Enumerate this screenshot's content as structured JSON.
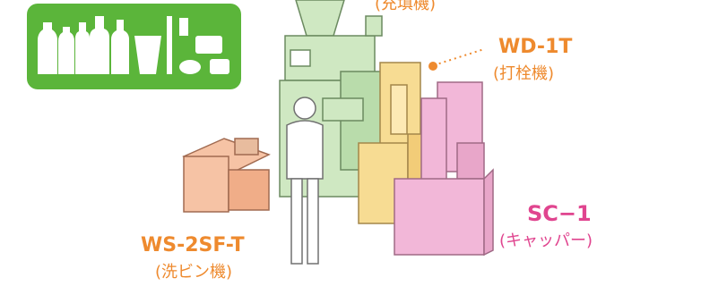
{
  "labels": {
    "filler": {
      "sub": "(充填機)"
    },
    "corker": {
      "name": "WD-1T",
      "sub": "(打栓機)"
    },
    "capper": {
      "name": "SC−1",
      "sub": "(キャッパー)"
    },
    "washer": {
      "name": "WS-2SF-T",
      "sub": "(洗ビン機)"
    }
  },
  "colors": {
    "badge_green": "#5bb53a",
    "filler_green": "#cfe8c2",
    "corker_yellow": "#f7dc93",
    "capper_pink": "#f2b7d8",
    "washer_salmon": "#f6c3a5",
    "label_orange": "#ee8a2e",
    "label_pink": "#e0458f"
  },
  "icons": [
    "bottle-icon",
    "bottle-icon",
    "bottle-icon",
    "bottle-icon",
    "bottle-icon",
    "cup-icon",
    "pipette-icon",
    "jar-icon",
    "jar-icon"
  ]
}
